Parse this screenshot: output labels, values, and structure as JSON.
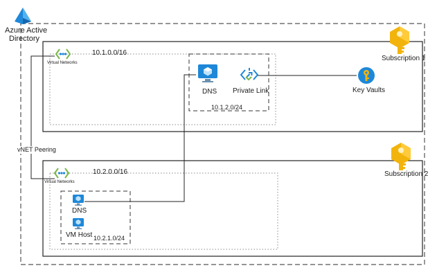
{
  "tenant": {
    "label_line1": "Azure Active",
    "label_line2": "Directory"
  },
  "peering": {
    "label": "vNET Peering"
  },
  "subscription1": {
    "label": "Subscription 1",
    "vnet": {
      "icon_label": "Virtual Networks",
      "cidr": "10.1.0.0/16"
    },
    "subnet": {
      "cidr": "10.1.2.0/24"
    },
    "dns": {
      "label": "DNS"
    },
    "private_link": {
      "label": "Private Link"
    },
    "key_vaults": {
      "label": "Key Vaults"
    }
  },
  "subscription2": {
    "label": "Subscription 2",
    "vnet": {
      "icon_label": "Virtual Networks",
      "cidr": "10.2.0.0/16"
    },
    "subnet": {
      "cidr": "10.2.1.0/24"
    },
    "dns": {
      "label": "DNS"
    },
    "vm_host": {
      "label": "VM Host"
    }
  },
  "colors": {
    "azure_blue": "#1e88d8",
    "key_gold": "#f2b40c",
    "line": "#1a1a1a"
  },
  "icons": [
    "azure-ad-icon",
    "key-icon",
    "vnet-icon",
    "dns-icon",
    "private-link-icon",
    "key-vault-icon",
    "vm-icon"
  ]
}
